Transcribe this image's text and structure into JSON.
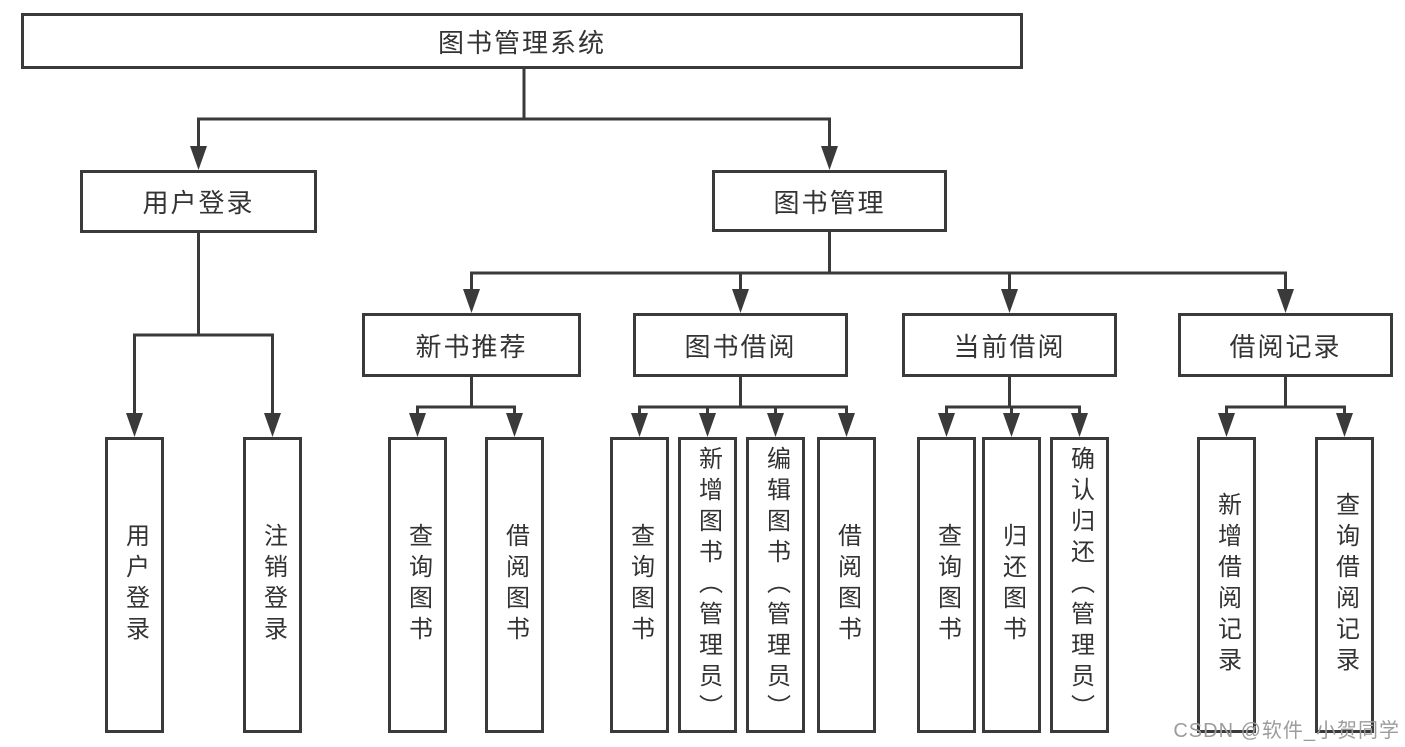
{
  "nodes": {
    "root": "图书管理系统",
    "level2": {
      "userLogin": "用户登录",
      "bookManagement": "图书管理"
    },
    "level3": {
      "newBookRecommend": "新书推荐",
      "bookBorrow": "图书借阅",
      "currentBorrow": "当前借阅",
      "borrowRecords": "借阅记录"
    },
    "leaves": {
      "userLogin": "用户登录",
      "logout": "注销登录",
      "queryBookRecommend": "查询图书",
      "borrowBookRecommend": "借阅图书",
      "queryBookBorrow": "查询图书",
      "addBookAdmin": "新增图书（管理员）",
      "editBookAdmin": "编辑图书（管理员）",
      "borrowBook": "借阅图书",
      "queryBookCurrent": "查询图书",
      "returnBook": "归还图书",
      "confirmReturnAdmin": "确认归还（管理员）",
      "addBorrowRecord": "新增借阅记录",
      "queryBorrowRecord": "查询借阅记录"
    }
  },
  "watermark": {
    "text": "CSDN @软件_小贺同学"
  },
  "colors": {
    "line": "#3a3a3a",
    "text": "#333333",
    "watermark": "#9c9c9c",
    "background": "#ffffff"
  }
}
